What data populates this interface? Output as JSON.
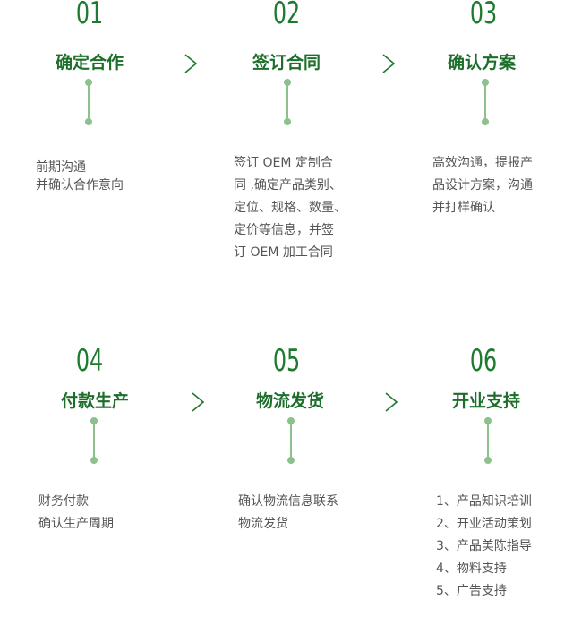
{
  "colors": {
    "accent_green": "#1e7a2e",
    "title_green": "#1d6e2b",
    "connector_green": "#8cc08c",
    "text_gray": "#555555"
  },
  "arrow_glyph": "chevron-right-icon",
  "steps": [
    {
      "number": "01",
      "title": "确定合作",
      "desc": [
        "前期沟通",
        "并确认合作意向"
      ]
    },
    {
      "number": "02",
      "title": "签订合同",
      "desc": [
        "签订 OEM 定制合",
        "同 ,确定产品类别、",
        "定位、规格、数量、",
        "定价等信息，并签",
        "订 OEM 加工合同"
      ]
    },
    {
      "number": "03",
      "title": "确认方案",
      "desc": [
        "高效沟通，提报产",
        "品设计方案，沟通",
        "并打样确认"
      ]
    },
    {
      "number": "04",
      "title": "付款生产",
      "desc": [
        "财务付款",
        "确认生产周期"
      ]
    },
    {
      "number": "05",
      "title": "物流发货",
      "desc": [
        "确认物流信息联系",
        "物流发货"
      ]
    },
    {
      "number": "06",
      "title": "开业支持",
      "desc": [
        "1、产品知识培训",
        "2、开业活动策划",
        "3、产品美陈指导",
        "4、物料支持",
        "5、广告支持"
      ]
    }
  ]
}
